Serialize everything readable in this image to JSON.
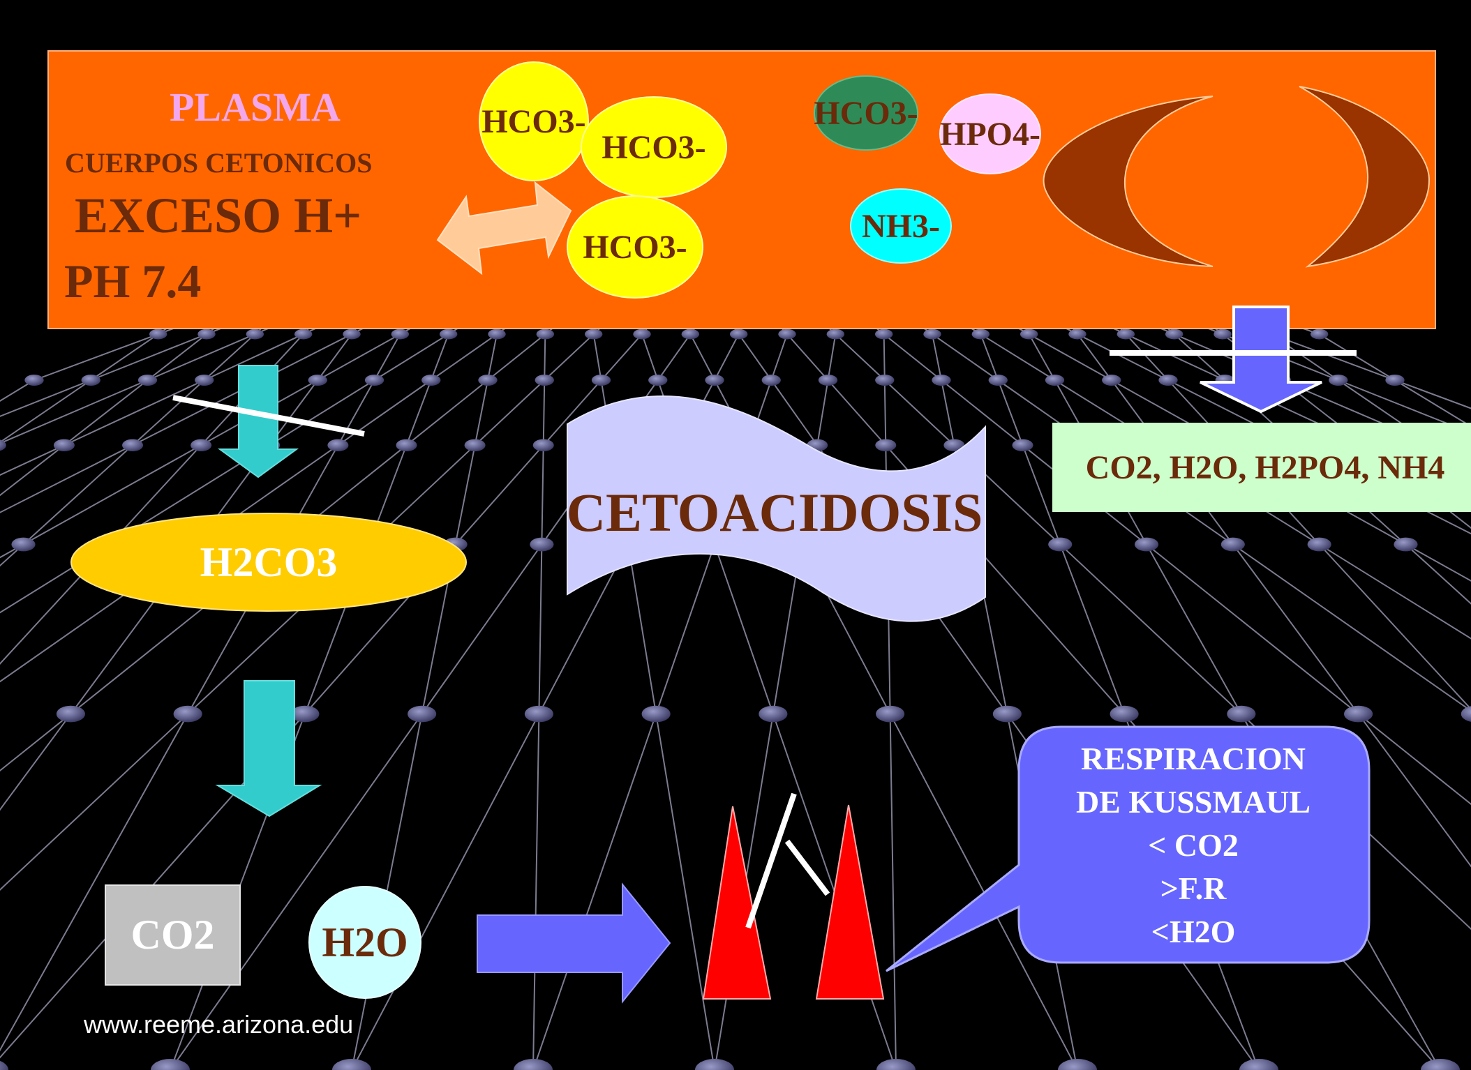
{
  "plasma": {
    "title": "PLASMA",
    "subtitle": "CUERPOS CETONICOS",
    "excess": "EXCESO H+",
    "ph": "PH 7.4"
  },
  "ions": {
    "hco3_a": "HCO3-",
    "hco3_b": "HCO3-",
    "hco3_c": "HCO3-",
    "hco3_d": "HCO3-",
    "hpo4": "HPO4-",
    "nh3": "NH3-"
  },
  "products": "CO2, H2O, H2PO4, NH4",
  "h2co3": "H2CO3",
  "cetoacidosis": "CETOACIDOSIS",
  "co2": "CO2",
  "h2o": "H2O",
  "kussmaul": {
    "line1": "RESPIRACION",
    "line2": "DE KUSSMAUL",
    "line3": "< CO2",
    "line4": ">F.R",
    "line5": "<H2O"
  },
  "source": "www.reeme.arizona.edu",
  "colors": {
    "background": "#000000",
    "plasma_panel": "#ff6600",
    "text_brown": "#6b2a0a",
    "hco3_yellow": "#ffff00",
    "teal_arrow": "#33cccc",
    "blue_arrow": "#6666ff",
    "lungs": "#993300",
    "peaks": "#ff0000"
  }
}
